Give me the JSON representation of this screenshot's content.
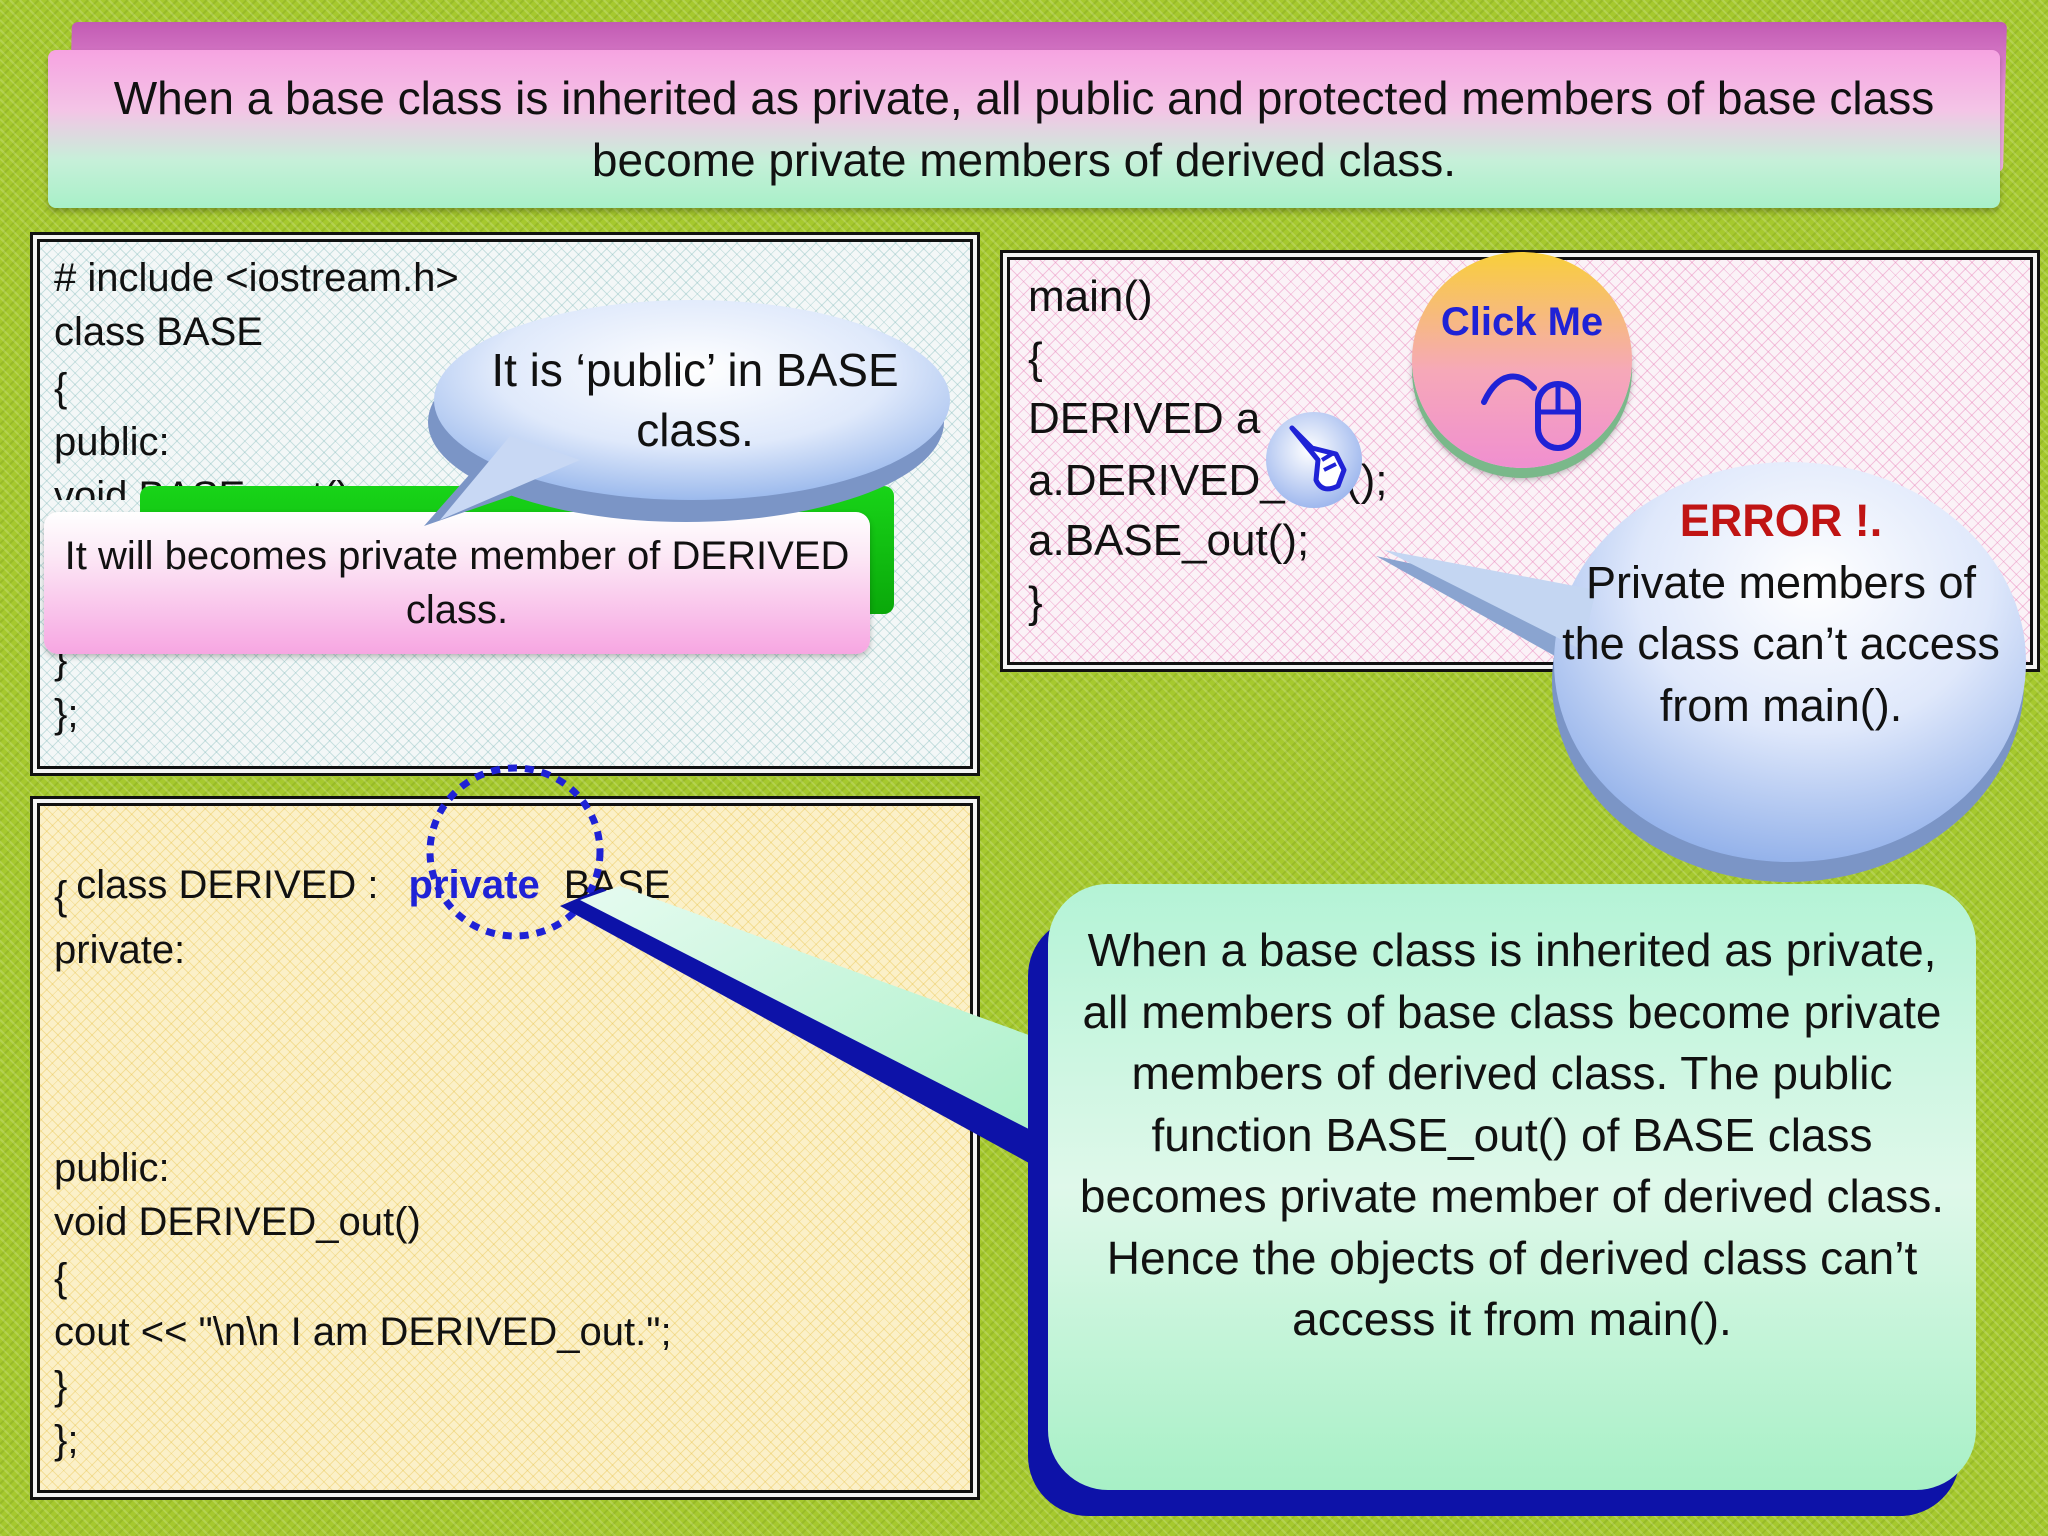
{
  "title": {
    "text": "When a base class is inherited as private, all public and protected members of base class become private members of derived class."
  },
  "base_panel": {
    "lines": [
      "# include <iostream.h>",
      "class BASE",
      "{",
      "public:",
      "void BASE_out()",
      "}",
      "};"
    ]
  },
  "main_panel": {
    "lines": [
      "main()",
      "{",
      "DERIVED a",
      "a.DERIVED_out();",
      "a.BASE_out();",
      "}"
    ]
  },
  "derived_panel": {
    "line1_prefix": "class DERIVED :",
    "line1_keyword": "private",
    "line1_suffix": "BASE",
    "lines_top": [
      "{",
      "private:"
    ],
    "lines_bottom": [
      "public:",
      "void DERIVED_out()",
      "{",
      "cout << \"\\n\\n I am DERIVED_out.\";",
      "}",
      "};"
    ]
  },
  "callouts": {
    "public_note": "It is ‘public’ in BASE class.",
    "private_note": "It will becomes private member of DERIVED class.",
    "error_label": "ERROR !.",
    "error_text": "Private members of the class can’t access from main().",
    "explanation": "When a base class is inherited as private, all members of base class become private members of derived class. The public function BASE_out() of BASE class becomes private member of derived class. Hence the objects of derived class can’t access it from main()."
  },
  "click_me": {
    "label": "Click Me",
    "icon": "mouse-icon"
  },
  "cursor_icon": "pointing-hand-icon",
  "colors": {
    "background": "#a6c92e",
    "keyword": "#1f22d6",
    "error": "#c01414",
    "explanation_shadow": "#0d12a8"
  }
}
